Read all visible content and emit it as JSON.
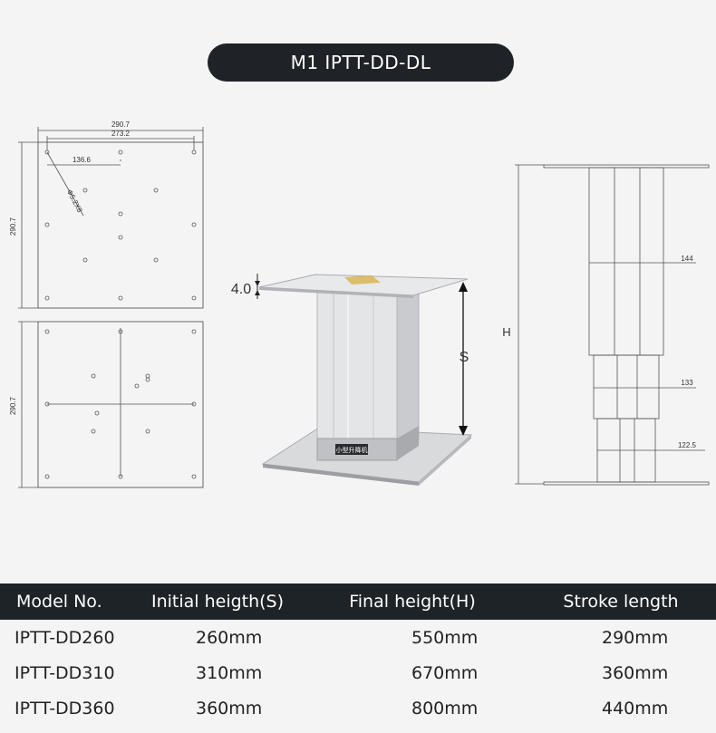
{
  "title": "M1 IPTT-DD-DL",
  "drawing_top": {
    "dim_overall_width": "290.7",
    "dim_hole_span": "273.2",
    "dim_half_span": "136.6",
    "dim_side": "290.7",
    "dim_hole": "Φ5.2X8"
  },
  "drawing_bottom": {
    "dim_side": "290.7"
  },
  "product_view": {
    "plate_thickness": "4.0",
    "stroke_label": "S",
    "badge_text": "小型升降机"
  },
  "drawing_side": {
    "height_label": "H",
    "stage1": "144",
    "stage2": "133",
    "stage3": "122.5"
  },
  "table": {
    "headers": [
      "Model No.",
      "Initial heigth(S)",
      "Final height(H)",
      "Stroke length"
    ],
    "rows": [
      [
        "IPTT-DD260",
        "260mm",
        "550mm",
        "290mm"
      ],
      [
        "IPTT-DD310",
        "310mm",
        "670mm",
        "360mm"
      ],
      [
        "IPTT-DD360",
        "360mm",
        "800mm",
        "440mm"
      ]
    ]
  }
}
